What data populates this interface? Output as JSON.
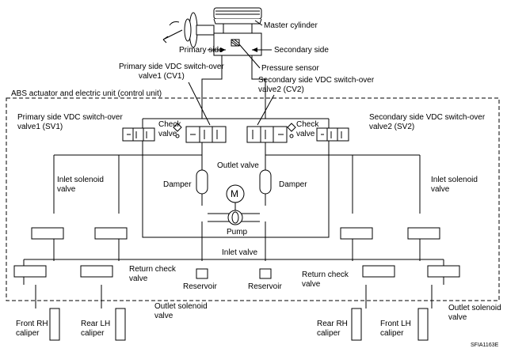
{
  "labels": {
    "master_cylinder": "Master cylinder",
    "primary_side": "Primary side",
    "secondary_side": "Secondary side",
    "pressure_sensor": "Pressure sensor",
    "primary_vdc_cv1_line1": "Primary side VDC switch-over",
    "primary_vdc_cv1_line2": "valve1 (CV1)",
    "secondary_vdc_cv2_line1": "Secondary side VDC switch-over",
    "secondary_vdc_cv2_line2": "valve2 (CV2)",
    "abs_actuator": "ABS actuator and electric unit (control unit)",
    "primary_vdc_sv1_line1": "Primary side VDC switch-over",
    "primary_vdc_sv1_line2": "valve1 (SV1)",
    "secondary_vdc_sv2_line1": "Secondary side VDC switch-over",
    "secondary_vdc_sv2_line2": "valve2 (SV2)",
    "check_valve_left_line1": "Check",
    "check_valve_left_line2": "valve",
    "check_valve_right_line1": "Check",
    "check_valve_right_line2": "valve",
    "outlet_valve": "Outlet valve",
    "damper_left": "Damper",
    "damper_right": "Damper",
    "motor": "M",
    "pump": "Pump",
    "inlet_valve": "Inlet valve",
    "inlet_solenoid_left_line1": "Inlet solenoid",
    "inlet_solenoid_left_line2": "valve",
    "inlet_solenoid_right_line1": "Inlet solenoid",
    "inlet_solenoid_right_line2": "valve",
    "return_check_left_line1": "Return check",
    "return_check_left_line2": "valve",
    "return_check_right_line1": "Return check",
    "return_check_right_line2": "valve",
    "reservoir_left": "Reservoir",
    "reservoir_right": "Reservoir",
    "outlet_solenoid_left_line1": "Outlet solenoid",
    "outlet_solenoid_left_line2": "valve",
    "outlet_solenoid_right_line1": "Outlet solenoid",
    "outlet_solenoid_right_line2": "valve",
    "front_rh_line1": "Front RH",
    "front_rh_line2": "caliper",
    "rear_lh_line1": "Rear LH",
    "rear_lh_line2": "caliper",
    "rear_rh_line1": "Rear RH",
    "rear_rh_line2": "caliper",
    "front_lh_line1": "Front LH",
    "front_lh_line2": "caliper",
    "figure_id": "SFIA1163E"
  }
}
